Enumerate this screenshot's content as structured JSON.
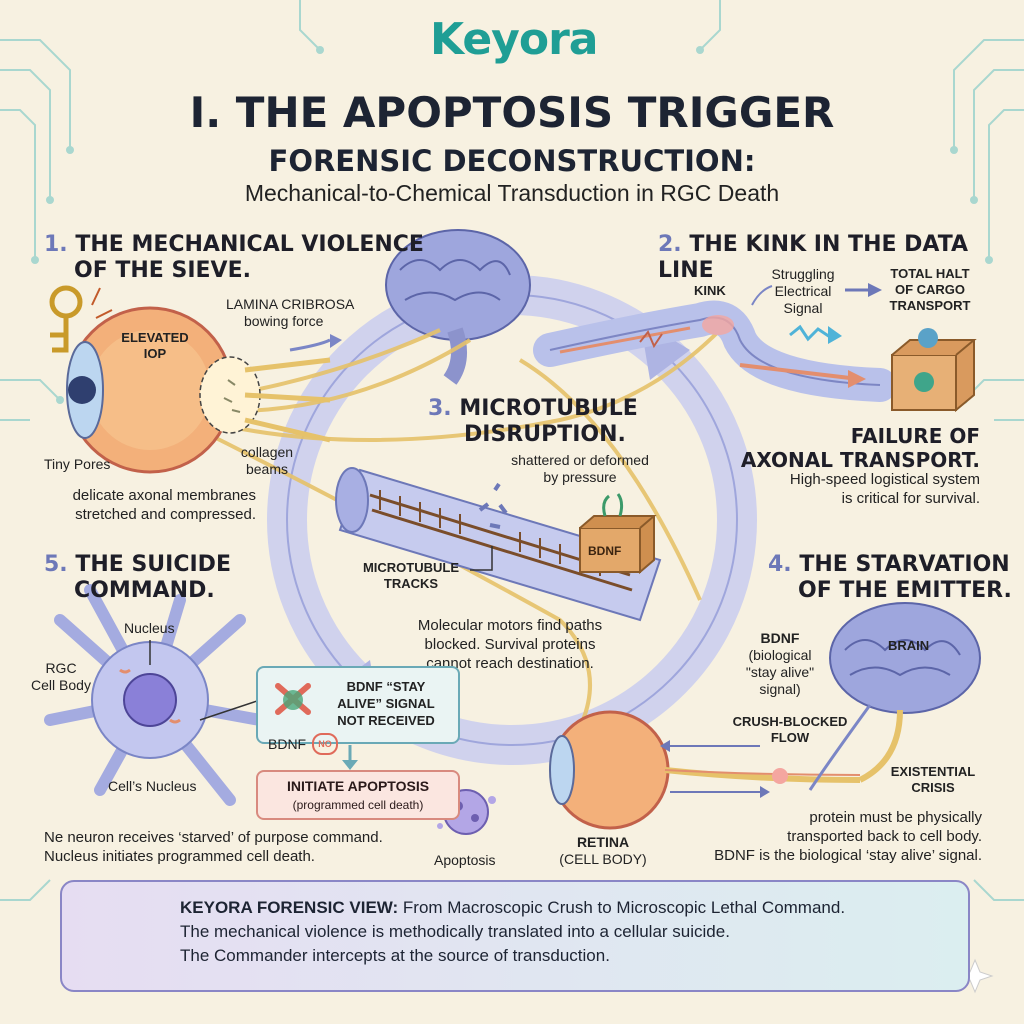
{
  "brand": {
    "logo_text": "Keyora"
  },
  "header": {
    "title": "I. THE APOPTOSIS TRIGGER",
    "subtitle": "FORENSIC DECONSTRUCTION:",
    "tagline": "Mechanical-to-Chemical Transduction in RGC Death"
  },
  "section1": {
    "number": "1.",
    "title_line1": "THE MECHANICAL VIOLENCE",
    "title_line2": "OF THE SIEVE.",
    "label_iop_1": "ELEVATED",
    "label_iop_2": "IOP",
    "label_lamina_1": "LAMINA CRIBROSA",
    "label_lamina_2": "bowing force",
    "label_pores": "Tiny Pores",
    "label_collagen_1": "collagen",
    "label_collagen_2": "beams",
    "note_1": "delicate axonal membranes",
    "note_2": "stretched and compressed."
  },
  "section2": {
    "number": "2.",
    "title": "THE KINK IN THE DATA LINE",
    "label_kink": "KINK",
    "label_signal_1": "Struggling",
    "label_signal_2": "Electrical",
    "label_signal_3": "Signal",
    "label_halt_1": "TOTAL HALT",
    "label_halt_2": "OF CARGO",
    "label_halt_3": "TRANSPORT",
    "failure_1": "FAILURE OF",
    "failure_2": "AXONAL TRANSPORT.",
    "note_1": "High-speed logistical system",
    "note_2": "is critical for survival."
  },
  "section3": {
    "number": "3.",
    "title_line1": "MICROTUBULE",
    "title_line2": "DISRUPTION.",
    "label_shattered_1": "shattered or deformed",
    "label_shattered_2": "by pressure",
    "label_tracks_1": "MICROTUBULE",
    "label_tracks_2": "TRACKS",
    "crate_label": "BDNF",
    "note_1": "Molecular motors find paths",
    "note_2": "blocked. Survival proteins",
    "note_3": "cannot reach destination."
  },
  "section4": {
    "number": "4.",
    "title_line1": "THE STARVATION",
    "title_line2": "OF THE EMITTER.",
    "label_bdnf_1": "BDNF",
    "label_bdnf_2": "(biological",
    "label_bdnf_3": "\"stay alive\"",
    "label_bdnf_4": "signal)",
    "label_brain": "BRAIN",
    "label_crush_1": "CRUSH-BLOCKED",
    "label_crush_2": "FLOW",
    "label_crisis_1": "EXISTENTIAL",
    "label_crisis_2": "CRISIS",
    "label_retina_1": "RETINA",
    "label_retina_2": "(CELL BODY)",
    "note_1": "protein must be physically",
    "note_2": "transported back to cell body.",
    "note_3": "BDNF is the biological ‘stay alive’ signal."
  },
  "section5": {
    "number": "5.",
    "title_line1": "THE SUICIDE",
    "title_line2": "COMMAND.",
    "label_nucleus": "Nucleus",
    "label_rgc_1": "RGC",
    "label_rgc_2": "Cell Body",
    "label_cells_nucleus": "Cell’s Nucleus",
    "callout_1": "BDNF “STAY",
    "callout_2": "ALIVE” SIGNAL",
    "callout_3": "NOT RECEIVED",
    "callout_bdnf": "BDNF",
    "no_badge": "NO",
    "apoptosis_title": "INITIATE APOPTOSIS",
    "apoptosis_sub": "(programmed cell death)",
    "apoptosis_label": "Apoptosis",
    "note_1": "Ne neuron receives ‘starved’ of purpose command.",
    "note_2": "Nucleus initiates programmed cell death."
  },
  "footer": {
    "heading": "KEYORA FORENSIC VIEW:",
    "line1_rest": " From Macroscopic Crush to Microscopic Lethal Command.",
    "line2": "The mechanical violence is methodically translated into a cellular suicide.",
    "line3": "The Commander intercepts at the source of transduction."
  },
  "colors": {
    "teal": "#1f9e95",
    "navy": "#1d2433",
    "section_number": "#6d78b8",
    "ring": "#c9cdef",
    "callout_border": "#6aa9b6",
    "apoptosis_border": "#d88a7f"
  }
}
